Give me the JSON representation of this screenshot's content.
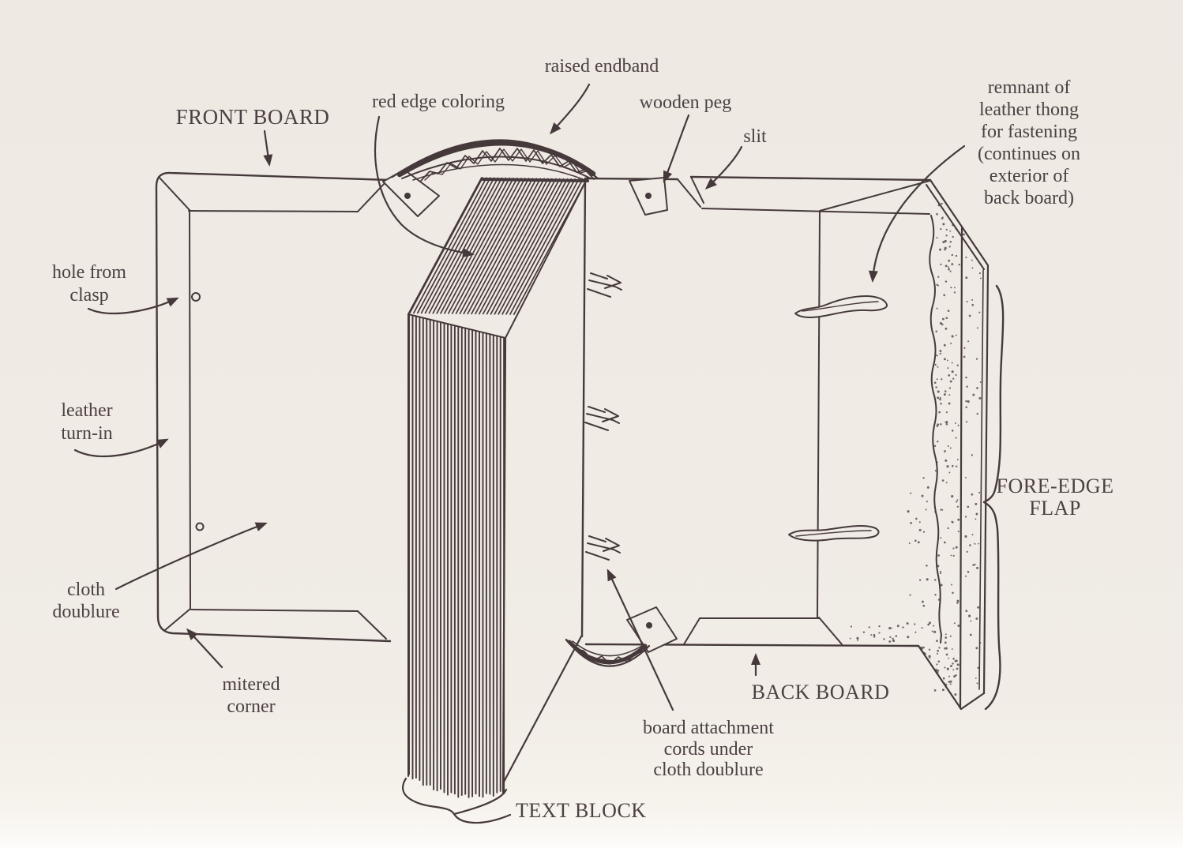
{
  "figure_type": "book-binding-anatomy-diagram",
  "colors": {
    "background": "#f0ebe5",
    "ink": "#46393b",
    "text": "#4c4043",
    "dark_accent": "#2c2426"
  },
  "labels": {
    "front_board": "FRONT BOARD",
    "red_edge_coloring": "red edge coloring",
    "raised_endband": "raised endband",
    "wooden_peg": "wooden peg",
    "slit": "slit",
    "remnant": [
      "remnant of",
      "leather thong",
      "for fastening",
      "(continues on",
      "exterior of",
      "back board)"
    ],
    "hole_from_clasp": [
      "hole from",
      "clasp"
    ],
    "leather_turn_in": [
      "leather",
      "turn-in"
    ],
    "cloth_doublure": [
      "cloth",
      "doublure"
    ],
    "mitered_corner": [
      "mitered",
      "corner"
    ],
    "text_block": "TEXT BLOCK",
    "board_attachment": [
      "board attachment",
      "cords under",
      "cloth doublure"
    ],
    "back_board": "BACK BOARD",
    "fore_edge_flap": [
      "FORE-EDGE",
      "FLAP"
    ]
  }
}
